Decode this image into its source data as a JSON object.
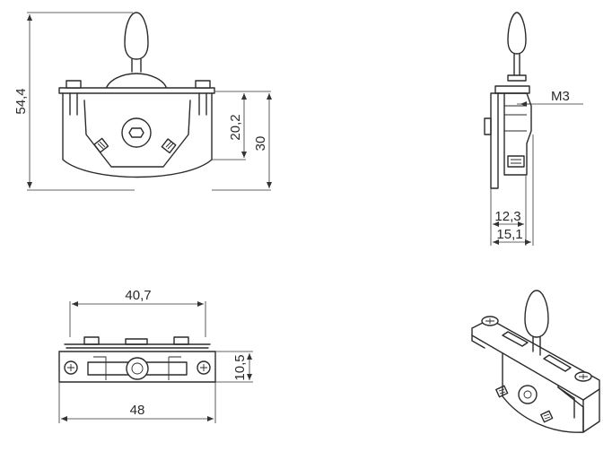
{
  "dimensions": {
    "front_height_total": "54,4",
    "front_height_inner": "20,2",
    "front_height_outer": "30",
    "side_thread": "M3",
    "side_width_inner": "12,3",
    "side_width_outer": "15,1",
    "bottom_width_inner": "40,7",
    "bottom_width_outer": "48",
    "bottom_height": "10,5"
  }
}
